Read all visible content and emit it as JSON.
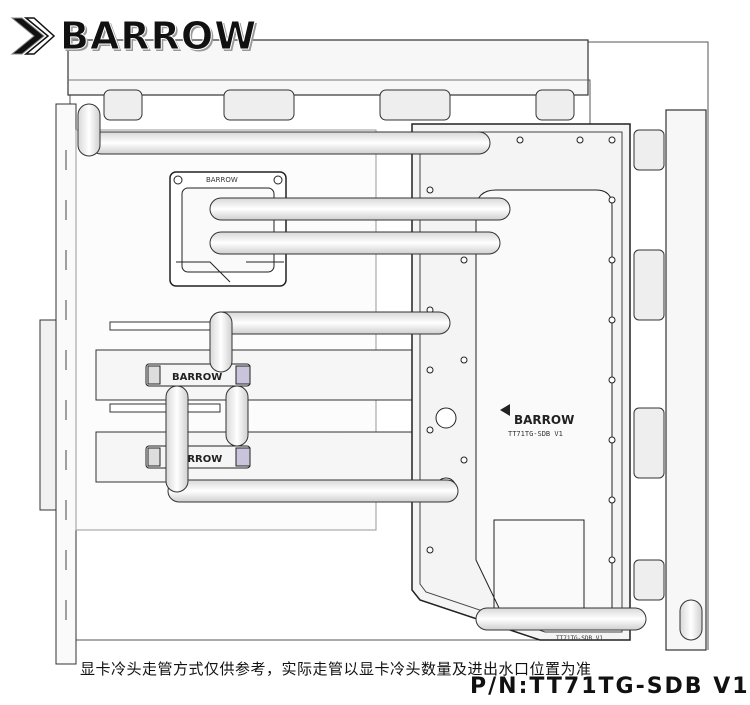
{
  "brand": {
    "logo_text": "BARROW",
    "logo_mark": "barrow-chevron-logo",
    "plate_labels": [
      "BARROW",
      "BARROW"
    ],
    "gpu_block_labels": [
      "BARROW",
      "BARROW"
    ],
    "cpu_block_label": "BARROW",
    "distro_logo": "BARROW"
  },
  "distro": {
    "model_label": "TT71TG-SDB V1",
    "bottom_label": "TT71TG-SDB V1"
  },
  "caption": {
    "note": "显卡冷头走管方式仅供参考，实际走管以显卡冷头数量及进出水口位置为准",
    "part_number": "P/N:TT71TG-SDB V1"
  },
  "colors": {
    "line": "#333333",
    "tube": "#f4f4f4",
    "accent_block": "#c9c4dc"
  }
}
